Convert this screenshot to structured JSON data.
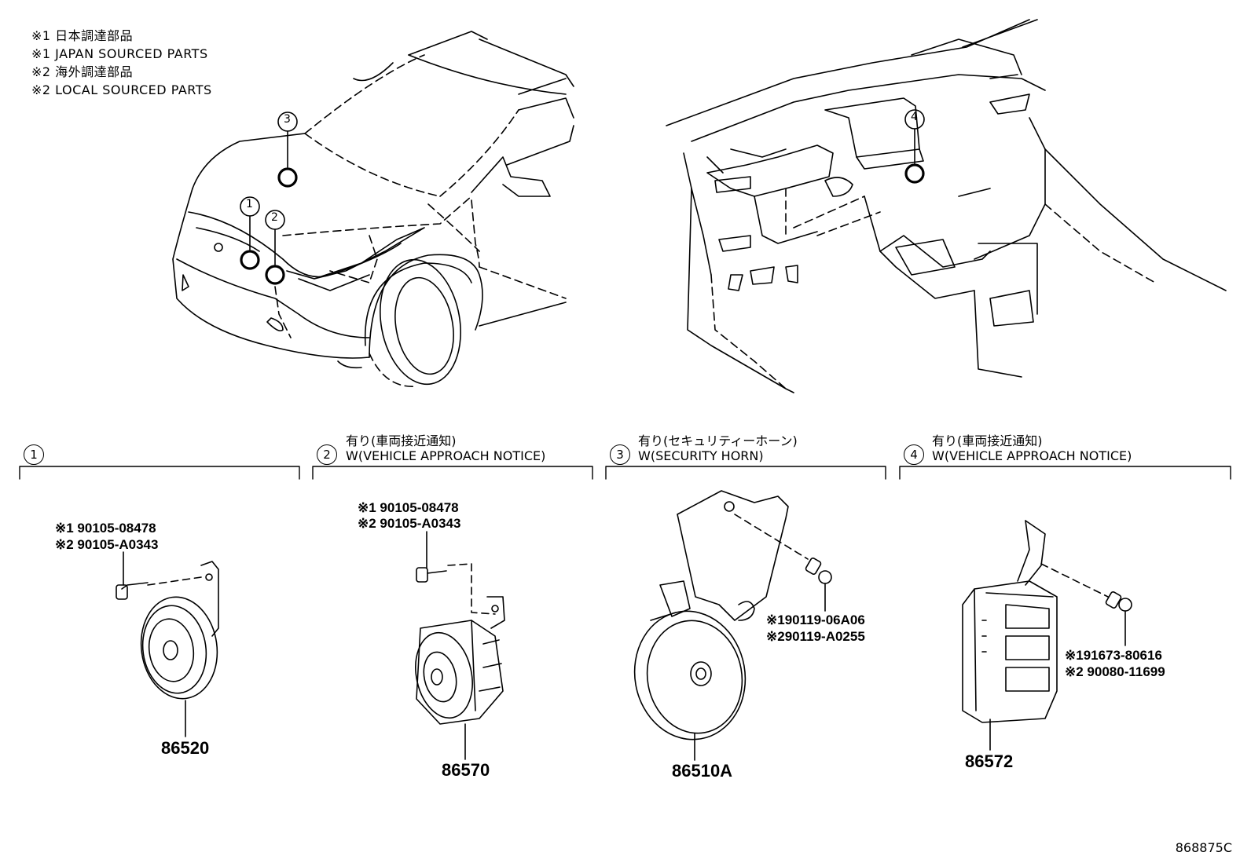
{
  "legend": [
    "※1 日本調達部品",
    "※1 JAPAN SOURCED PARTS",
    "※2 海外調達部品",
    "※2 LOCAL SOURCED PARTS"
  ],
  "callouts": [
    "1",
    "2",
    "3",
    "4"
  ],
  "sections": [
    {
      "num": "1",
      "title_jp": "",
      "title_en": ""
    },
    {
      "num": "2",
      "title_jp": "有り(車両接近通知)",
      "title_en": "W(VEHICLE APPROACH NOTICE)"
    },
    {
      "num": "3",
      "title_jp": "有り(セキュリティーホーン)",
      "title_en": "W(SECURITY HORN)"
    },
    {
      "num": "4",
      "title_jp": "有り(車両接近通知)",
      "title_en": "W(VEHICLE APPROACH NOTICE)"
    }
  ],
  "parts": {
    "s1_bolt_1": "※1 90105-08478",
    "s1_bolt_2": "※2 90105-A0343",
    "s1_part": "86520",
    "s2_bolt_1": "※1 90105-08478",
    "s2_bolt_2": "※2 90105-A0343",
    "s2_part": "86570",
    "s3_bolt_1": "※190119-06A06",
    "s3_bolt_2": "※290119-A0255",
    "s3_part": "86510A",
    "s4_bolt_1": "※191673-80616",
    "s4_bolt_2": "※2 90080-11699",
    "s4_part": "86572"
  },
  "figure_ref": "868875C"
}
